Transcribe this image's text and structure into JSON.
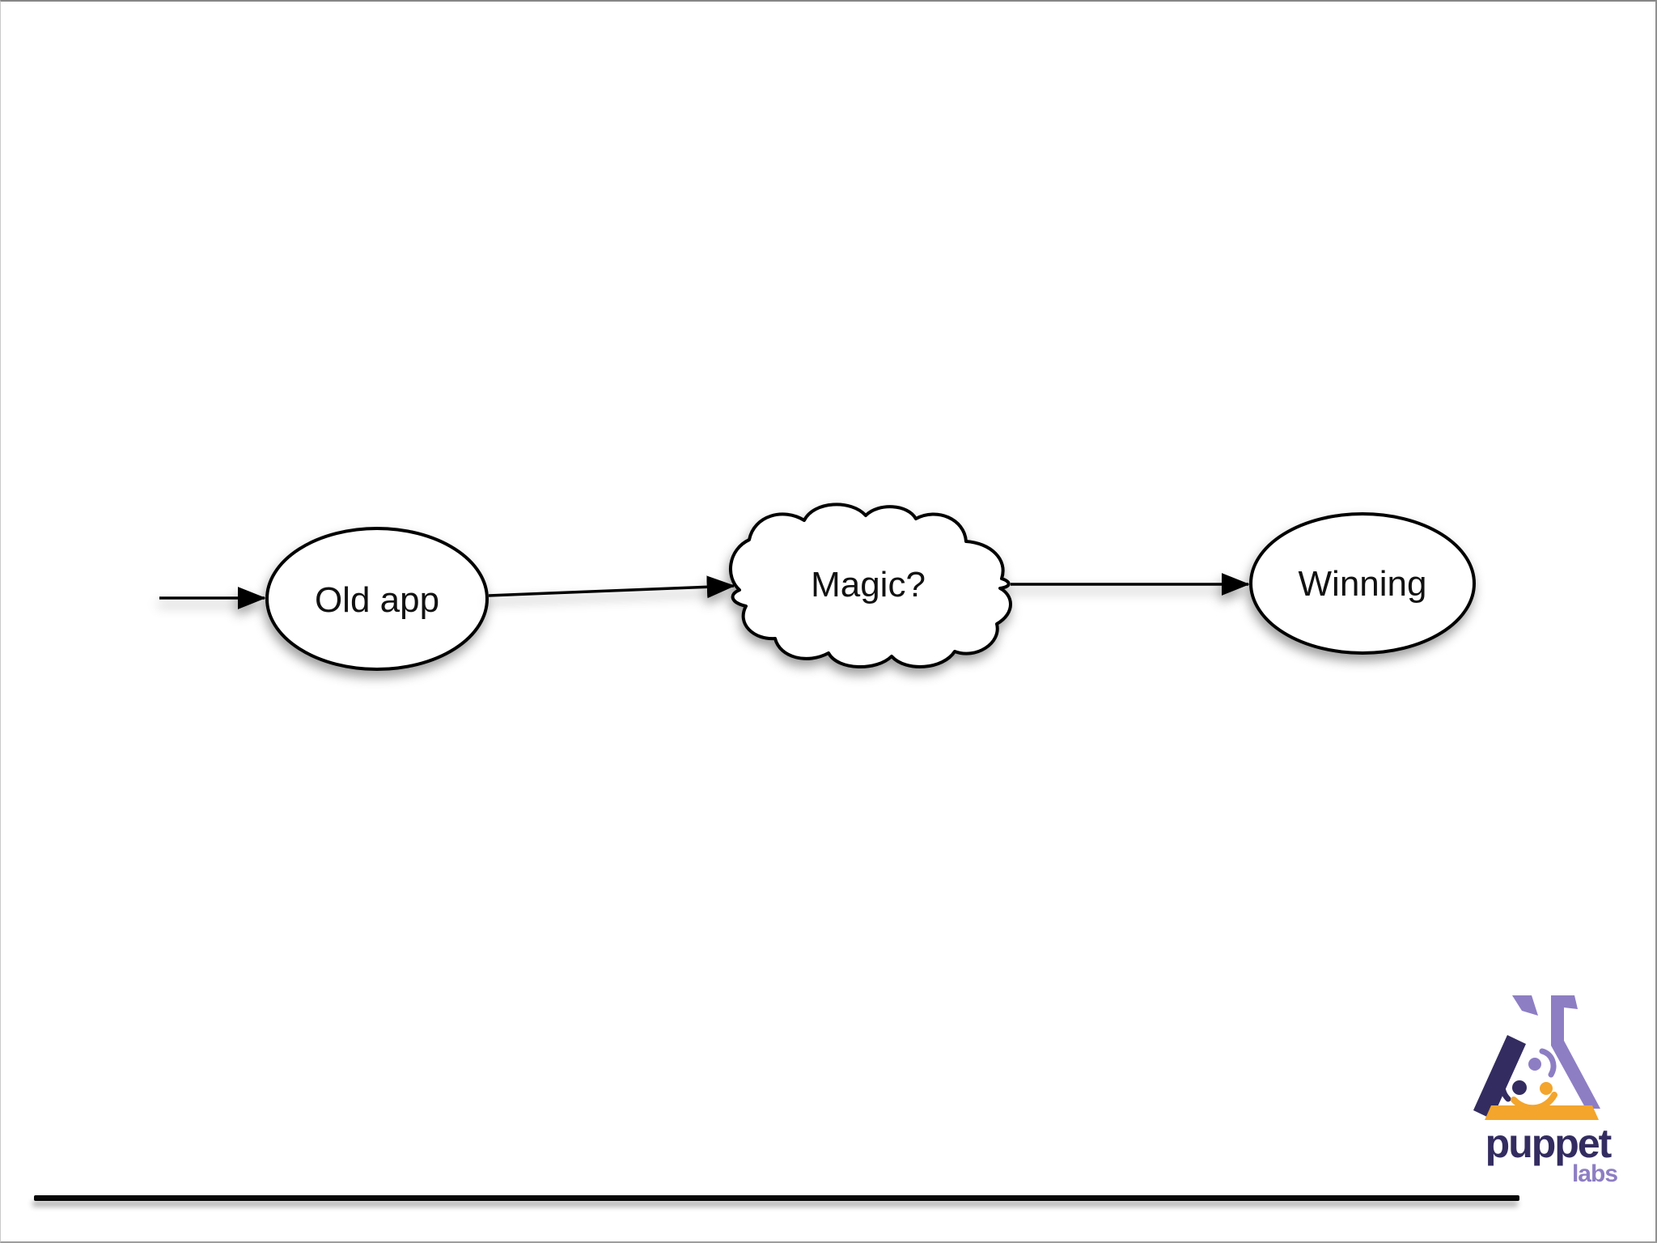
{
  "diagram": {
    "type": "flowchart",
    "nodes": [
      {
        "id": "old-app",
        "label": "Old app",
        "shape": "ellipse"
      },
      {
        "id": "magic",
        "label": "Magic?",
        "shape": "cloud"
      },
      {
        "id": "winning",
        "label": "Winning",
        "shape": "ellipse"
      }
    ],
    "edges": [
      {
        "from": "start",
        "to": "old-app"
      },
      {
        "from": "old-app",
        "to": "magic"
      },
      {
        "from": "magic",
        "to": "winning"
      }
    ]
  },
  "footer": {
    "logo_text": "puppet",
    "logo_subtext": "labs"
  },
  "colors": {
    "background": "#ffffff",
    "node_fill": "#ffffff",
    "node_stroke": "#000000",
    "logo_navy": "#332c60",
    "logo_purple": "#8d7ec4",
    "logo_orange": "#f3a52c",
    "slide_border": "#909090"
  }
}
